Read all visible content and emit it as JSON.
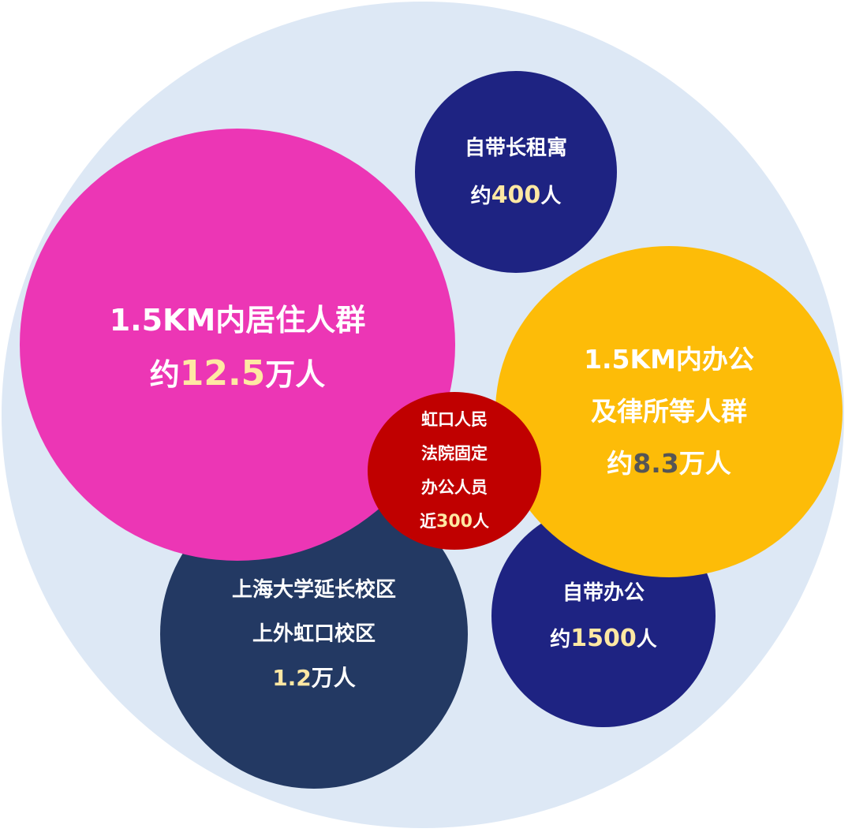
{
  "colors": {
    "background_circle": "#dde8f5",
    "residents": "#ec36b5",
    "rent": "#1e2382",
    "office": "#fdbc08",
    "campus": "#233963",
    "self_office": "#1e2382",
    "court": "#c00000",
    "highlight_light": "#ffe8a3",
    "highlight_dark": "#555555"
  },
  "residents": {
    "line1": "1.5KM内居住人群",
    "prefix": "约",
    "number": "12.5",
    "suffix": "万人"
  },
  "rent": {
    "line1": "自带长租寓",
    "prefix": "约",
    "number": "400",
    "suffix": "人"
  },
  "office": {
    "line1": "1.5KM内办公",
    "line2": "及律所等人群",
    "prefix": "约",
    "number": "8.3",
    "suffix": "万人"
  },
  "campus": {
    "line1": "上海大学延长校区",
    "line2": "上外虹口校区",
    "number": "1.2",
    "suffix": "万人"
  },
  "self_office": {
    "line1": "自带办公",
    "prefix": "约",
    "number": "1500",
    "suffix": "人"
  },
  "court": {
    "line1": "虹口人民",
    "line2": "法院固定",
    "line3": "办公人员",
    "prefix": "近",
    "number": "300",
    "suffix": "人"
  }
}
